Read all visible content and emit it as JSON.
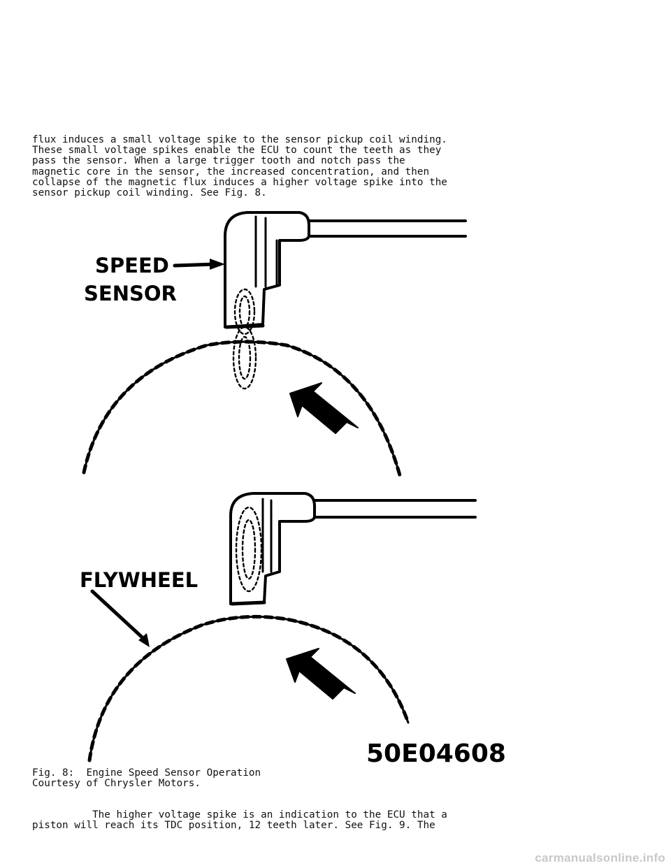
{
  "page": {
    "paragraph_top": [
      "flux induces a small voltage spike to the sensor pickup coil winding.",
      "These small voltage spikes enable the ECU to count the teeth as they",
      "pass the sensor. When a large trigger tooth and notch pass the",
      "magnetic core in the sensor, the increased concentration, and then",
      "collapse of the magnetic flux induces a higher voltage spike into the",
      "sensor pickup coil winding. See Fig. 8."
    ],
    "caption": [
      "Fig. 8:  Engine Speed Sensor Operation",
      "Courtesy of Chrysler Motors."
    ],
    "paragraph_bottom": [
      "          The higher voltage spike is an indication to the ECU that a",
      "piston will reach its TDC position, 12 teeth later. See Fig. 9. The"
    ]
  },
  "figure": {
    "label_speed_line1": "SPEED",
    "label_speed_line2": "SENSOR",
    "label_flywheel": "FLYWHEEL",
    "figure_code": "50E04608"
  },
  "watermark": "carmanualsonline.info"
}
